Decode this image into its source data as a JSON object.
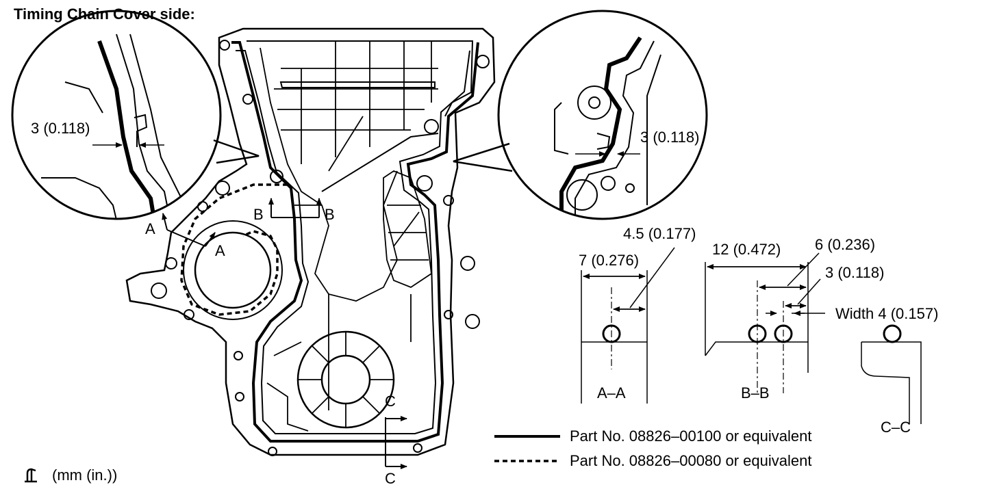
{
  "title": "Timing Chain Cover side:",
  "callouts": {
    "left": "3 (0.118)",
    "right": "3 (0.118)"
  },
  "section_markers": {
    "a": "A",
    "b": "B",
    "c": "C"
  },
  "section_aa": {
    "width": "7 (0.276)",
    "offset": "4.5 (0.177)",
    "caption": "A–A"
  },
  "section_bb": {
    "width": "12 (0.472)",
    "offset1": "6 (0.236)",
    "offset2": "3 (0.118)",
    "bead_width": "Width 4 (0.157)",
    "caption": "B–B"
  },
  "section_cc": {
    "caption": "C–C"
  },
  "legend": [
    {
      "style": "solid",
      "label": "Part No. 08826–00100 or equivalent"
    },
    {
      "style": "dashed",
      "label": "Part No. 08826–00080 or equivalent"
    }
  ],
  "units": "(mm (in.))"
}
